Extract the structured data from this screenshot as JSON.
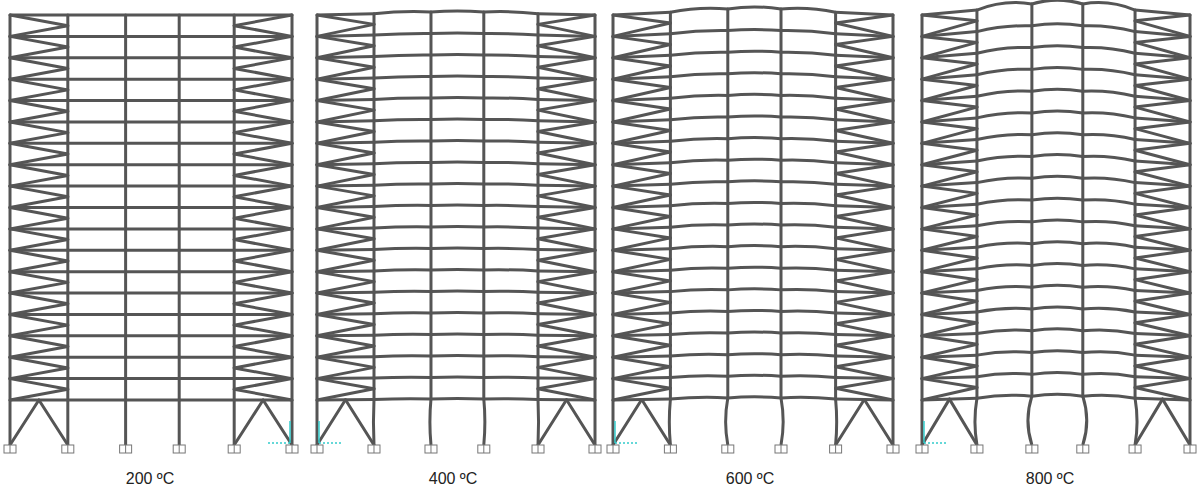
{
  "diagram": {
    "labels": [
      "200 ºC",
      "400 ºC",
      "600 ºC",
      "800 ºC"
    ]
  }
}
